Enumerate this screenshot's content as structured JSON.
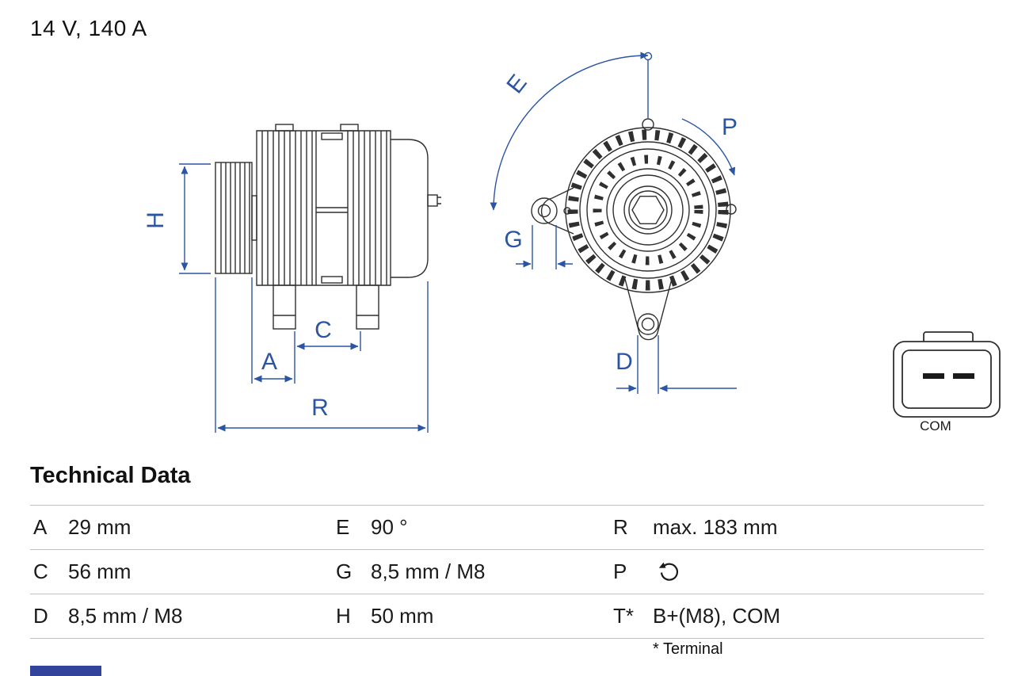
{
  "header": {
    "rating": "14 V, 140 A"
  },
  "drawing": {
    "dimension_labels": {
      "h": "H",
      "a": "A",
      "c": "C",
      "r": "R",
      "e": "E",
      "g": "G",
      "d": "D",
      "p": "P"
    },
    "connector_label": "COM",
    "colors": {
      "dimension_blue": "#2b55a3",
      "part_line": "#2f2f2f"
    }
  },
  "table": {
    "title": "Technical Data",
    "rows": [
      [
        {
          "key": "A",
          "value": "29 mm"
        },
        {
          "key": "E",
          "value": "90 °"
        },
        {
          "key": "R",
          "value": "max. 183 mm"
        }
      ],
      [
        {
          "key": "C",
          "value": "56 mm"
        },
        {
          "key": "G",
          "value": "8,5 mm / M8"
        },
        {
          "key": "P",
          "value": "",
          "icon": "rotation-direction"
        }
      ],
      [
        {
          "key": "D",
          "value": "8,5 mm / M8"
        },
        {
          "key": "H",
          "value": "50 mm"
        },
        {
          "key": "T*",
          "value": "B+(M8), COM"
        }
      ]
    ],
    "footnote": "* Terminal"
  },
  "brand": {
    "bar_color": "#32439c"
  }
}
